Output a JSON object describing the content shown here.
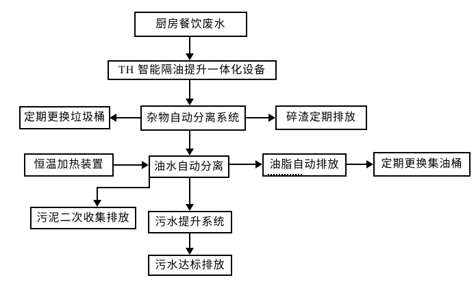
{
  "diagram": {
    "background": "#ffffff",
    "line_color": "#000000",
    "text_color": "#000000",
    "nodes": {
      "kitchen_wastewater": "厨房餐饮废水",
      "th_device": "TH 智能隔油提升一体化设备",
      "debris_separation": "杂物自动分离系统",
      "replace_trash_bin": "定期更换垃圾桶",
      "residue_discharge": "碎渣定期排放",
      "heating_device": "恒温加热装置",
      "oil_water_separation": "油水自动分离",
      "grease_discharge": "油脂自动排放",
      "replace_oil_barrel": "定期更换集油桶",
      "sludge_discharge": "污泥二次收集排放",
      "sewage_lift_system": "污水提升系统",
      "standard_discharge": "污水达标排放"
    }
  }
}
